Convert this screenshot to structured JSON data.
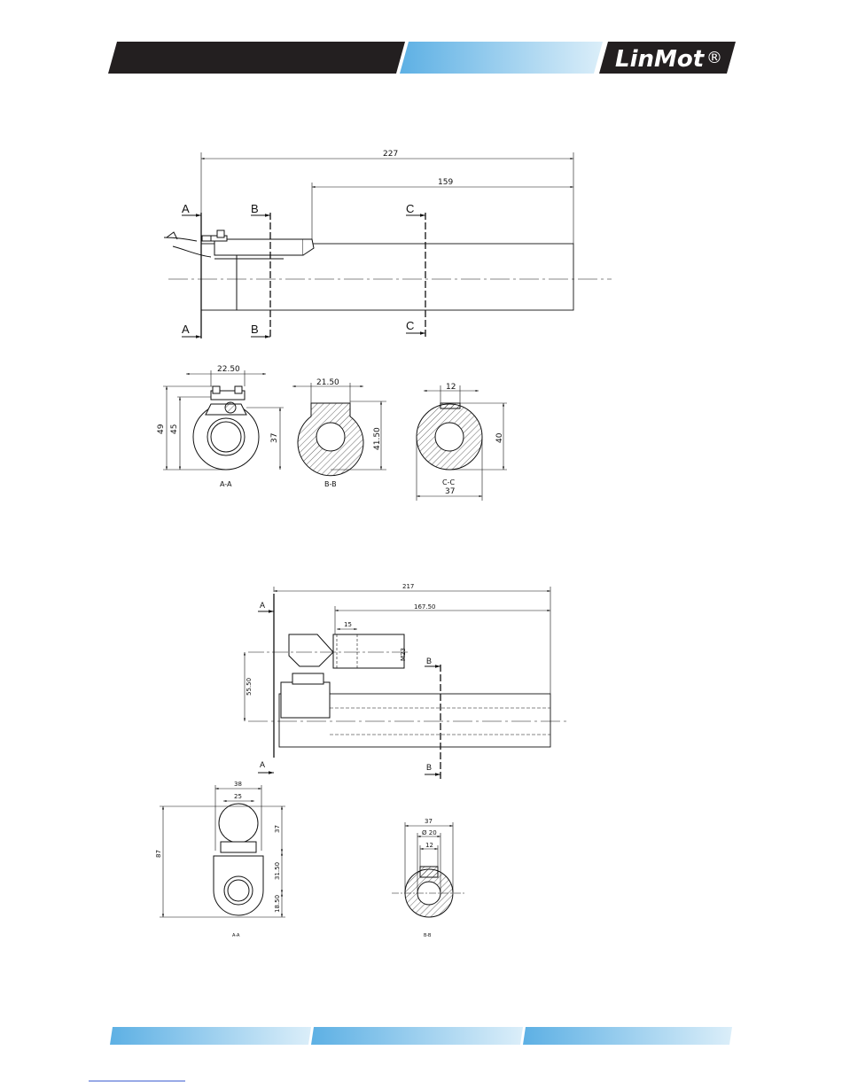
{
  "header": {
    "brand": "LinMot",
    "registered": "®",
    "colors": {
      "dark_bar": "#231f20",
      "light_bar_start": "#5db0e4",
      "light_bar_end": "#dbeef9"
    }
  },
  "drawing1": {
    "dimensions": {
      "overall": "227",
      "cable_offset": "159",
      "a_width": "22.50",
      "a_h1": "49",
      "a_h2": "45",
      "a_h3": "37",
      "b_width": "21.50",
      "b_height": "41.50",
      "c_width": "12",
      "c_height": "40",
      "c_dia": "37"
    },
    "section_marks": {
      "a": "A",
      "b": "B",
      "c": "C"
    },
    "captions": {
      "aa": "A-A",
      "bb": "B-B",
      "cc": "C-C"
    }
  },
  "drawing2": {
    "dimensions": {
      "overall": "217",
      "offset": "167.50",
      "slot": "15",
      "thread": "M23",
      "height": "55.50",
      "a_w1": "38",
      "a_w2": "25",
      "a_h1": "87",
      "a_h2": "37",
      "a_h3": "31.50",
      "a_h4": "18.50",
      "b_w1": "37",
      "b_dia": "Ø 20",
      "b_w3": "12"
    },
    "section_marks": {
      "a": "A",
      "b": "B"
    },
    "captions": {
      "aa": "A-A",
      "bb": "B-B"
    }
  }
}
